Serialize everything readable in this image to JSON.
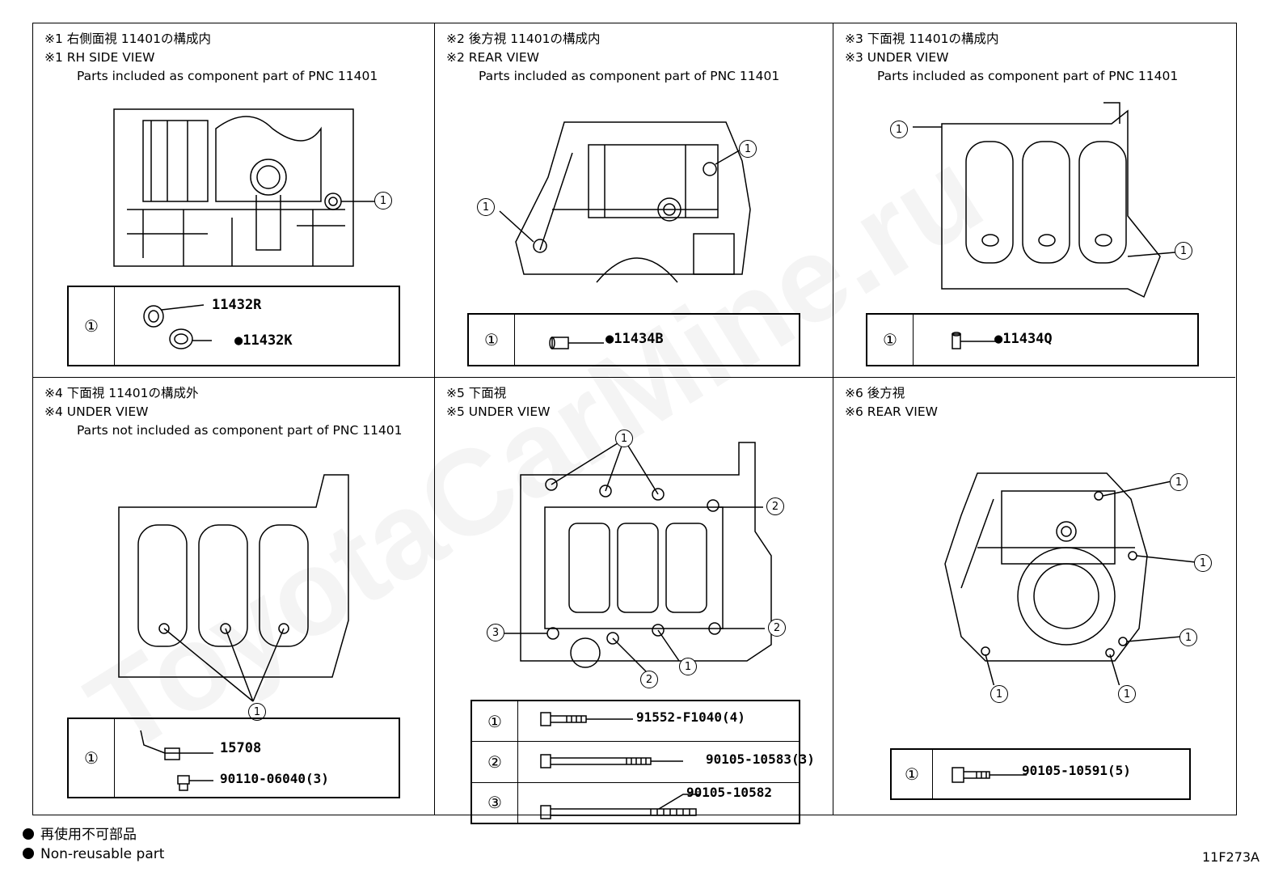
{
  "watermark": "ToyotaCarMine.ru",
  "panels": [
    {
      "id": "p1",
      "title_jp": "※1 右側面視 11401の構成内",
      "title_en": "※1 RH SIDE VIEW",
      "subtitle": "Parts included as component part of PNC 11401",
      "callouts": [
        "1"
      ],
      "table": [
        {
          "num": "①",
          "parts": [
            "11432R",
            "●11432K"
          ]
        }
      ]
    },
    {
      "id": "p2",
      "title_jp": "※2 後方視 11401の構成内",
      "title_en": "※2 REAR VIEW",
      "subtitle": "Parts included as component part of PNC 11401",
      "callouts": [
        "1",
        "1"
      ],
      "table": [
        {
          "num": "①",
          "parts": [
            "●11434B"
          ]
        }
      ]
    },
    {
      "id": "p3",
      "title_jp": "※3 下面視 11401の構成内",
      "title_en": "※3 UNDER VIEW",
      "subtitle": "Parts included as component part of PNC 11401",
      "callouts": [
        "1",
        "1"
      ],
      "table": [
        {
          "num": "①",
          "parts": [
            "●11434Q"
          ]
        }
      ]
    },
    {
      "id": "p4",
      "title_jp": "※4 下面視 11401の構成外",
      "title_en": "※4 UNDER VIEW",
      "subtitle": "Parts not included as component part of PNC 11401",
      "callouts": [
        "1"
      ],
      "table": [
        {
          "num": "①",
          "parts": [
            "15708",
            "90110-06040(3)"
          ]
        }
      ]
    },
    {
      "id": "p5",
      "title_jp": "※5 下面視",
      "title_en": "※5 UNDER VIEW",
      "subtitle": "",
      "callouts": [
        "1",
        "2",
        "3",
        "2",
        "2",
        "1"
      ],
      "table": [
        {
          "num": "①",
          "parts": [
            "91552-F1040(4)"
          ]
        },
        {
          "num": "②",
          "parts": [
            "90105-10583(3)"
          ]
        },
        {
          "num": "③",
          "parts": [
            "90105-10582"
          ]
        }
      ]
    },
    {
      "id": "p6",
      "title_jp": "※6 後方視",
      "title_en": "※6 REAR VIEW",
      "subtitle": "",
      "callouts": [
        "1",
        "1",
        "1",
        "1",
        "1"
      ],
      "table": [
        {
          "num": "①",
          "parts": [
            "90105-10591(5)"
          ]
        }
      ]
    }
  ],
  "legend": {
    "jp": "再使用不可部品",
    "en": "Non-reusable part"
  },
  "drawing_code": "11F273A"
}
